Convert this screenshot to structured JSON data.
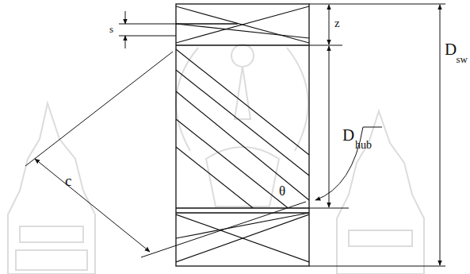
{
  "diagram": {
    "labels": [
      "s",
      "z",
      "D",
      "hub",
      "D",
      "sw",
      "θ",
      "c"
    ]
  }
}
